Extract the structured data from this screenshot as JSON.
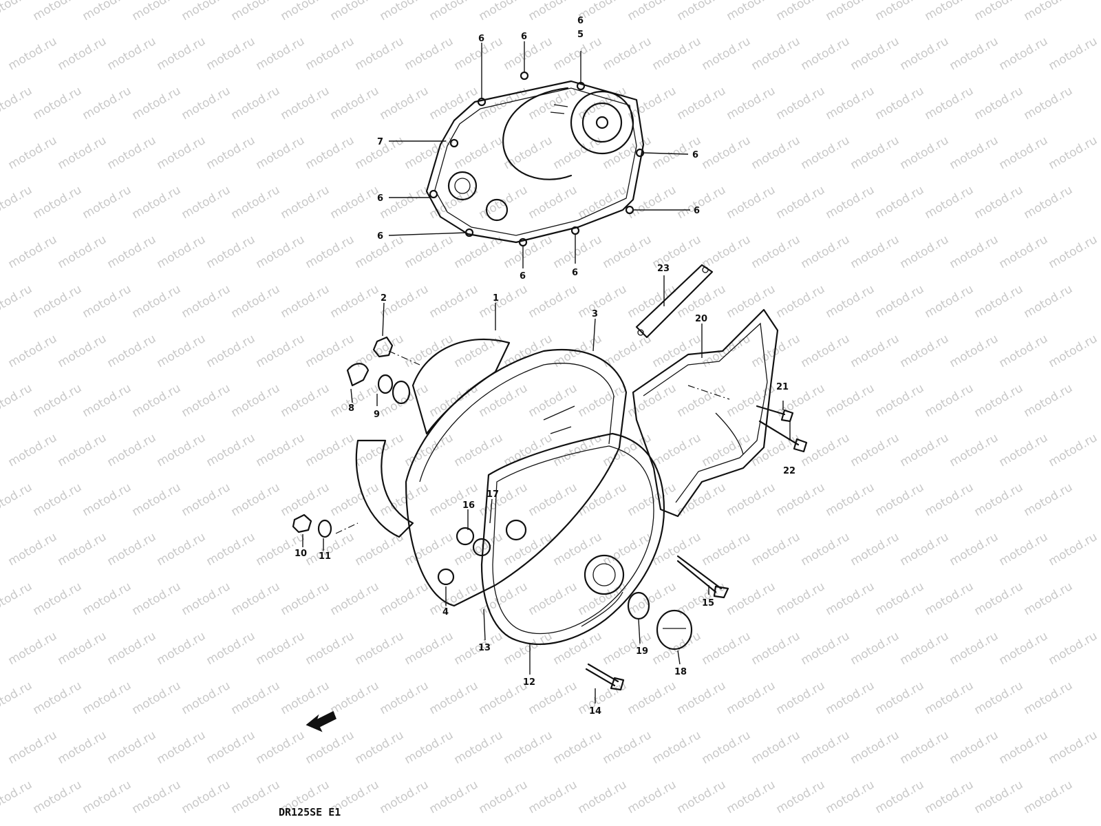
{
  "watermark": "motod.ru",
  "footer_code": "DR125SE E1",
  "callouts": {
    "c1": "1",
    "c2": "2",
    "c3": "3",
    "c4": "4",
    "c5": "5",
    "c6": "6",
    "c7": "7",
    "c8": "8",
    "c9": "9",
    "c10": "10",
    "c11": "11",
    "c12": "12",
    "c13": "13",
    "c14": "14",
    "c15": "15",
    "c16": "16",
    "c17": "17",
    "c18": "18",
    "c19": "19",
    "c20": "20",
    "c21": "21",
    "c22": "22",
    "c23": "23"
  },
  "icons": {
    "front": "front-direction-arrow-icon"
  }
}
